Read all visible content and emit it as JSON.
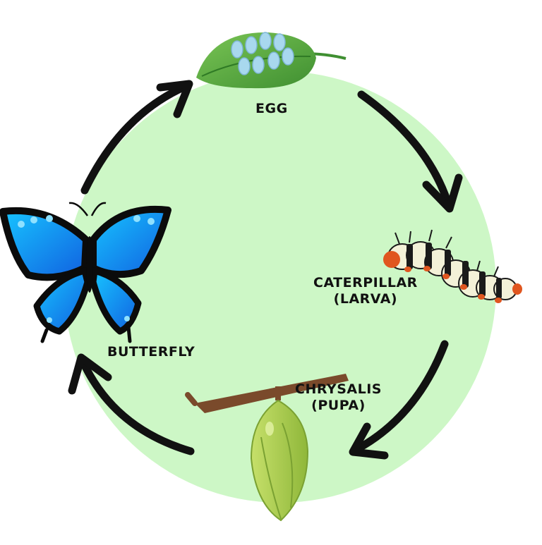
{
  "diagram": {
    "stages": [
      {
        "id": "egg",
        "lines": [
          "EGG"
        ],
        "icon": "egg-cluster-icon"
      },
      {
        "id": "caterpillar",
        "lines": [
          "CATERPILLAR",
          "(LARVA)"
        ],
        "icon": "caterpillar-icon"
      },
      {
        "id": "chrysalis",
        "lines": [
          "CHRYSALIS",
          "(PUPA)"
        ],
        "icon": "chrysalis-icon"
      },
      {
        "id": "butterfly",
        "lines": [
          "BUTTERFLY"
        ],
        "icon": "butterfly-icon"
      }
    ],
    "colors": {
      "background_circle": "#cdf7c6",
      "arrow": "#111111",
      "leaf": "#6bb54a",
      "egg": "#a8d8ee",
      "caterpillar_stripe": "#1a1a1a",
      "caterpillar_body": "#f3f1d8",
      "caterpillar_head": "#e0561f",
      "chrysalis": "#a9cc4a",
      "branch": "#7a4a2b",
      "butterfly_wing": "#1aa3f0",
      "butterfly_edge": "#0b0b0b"
    }
  }
}
